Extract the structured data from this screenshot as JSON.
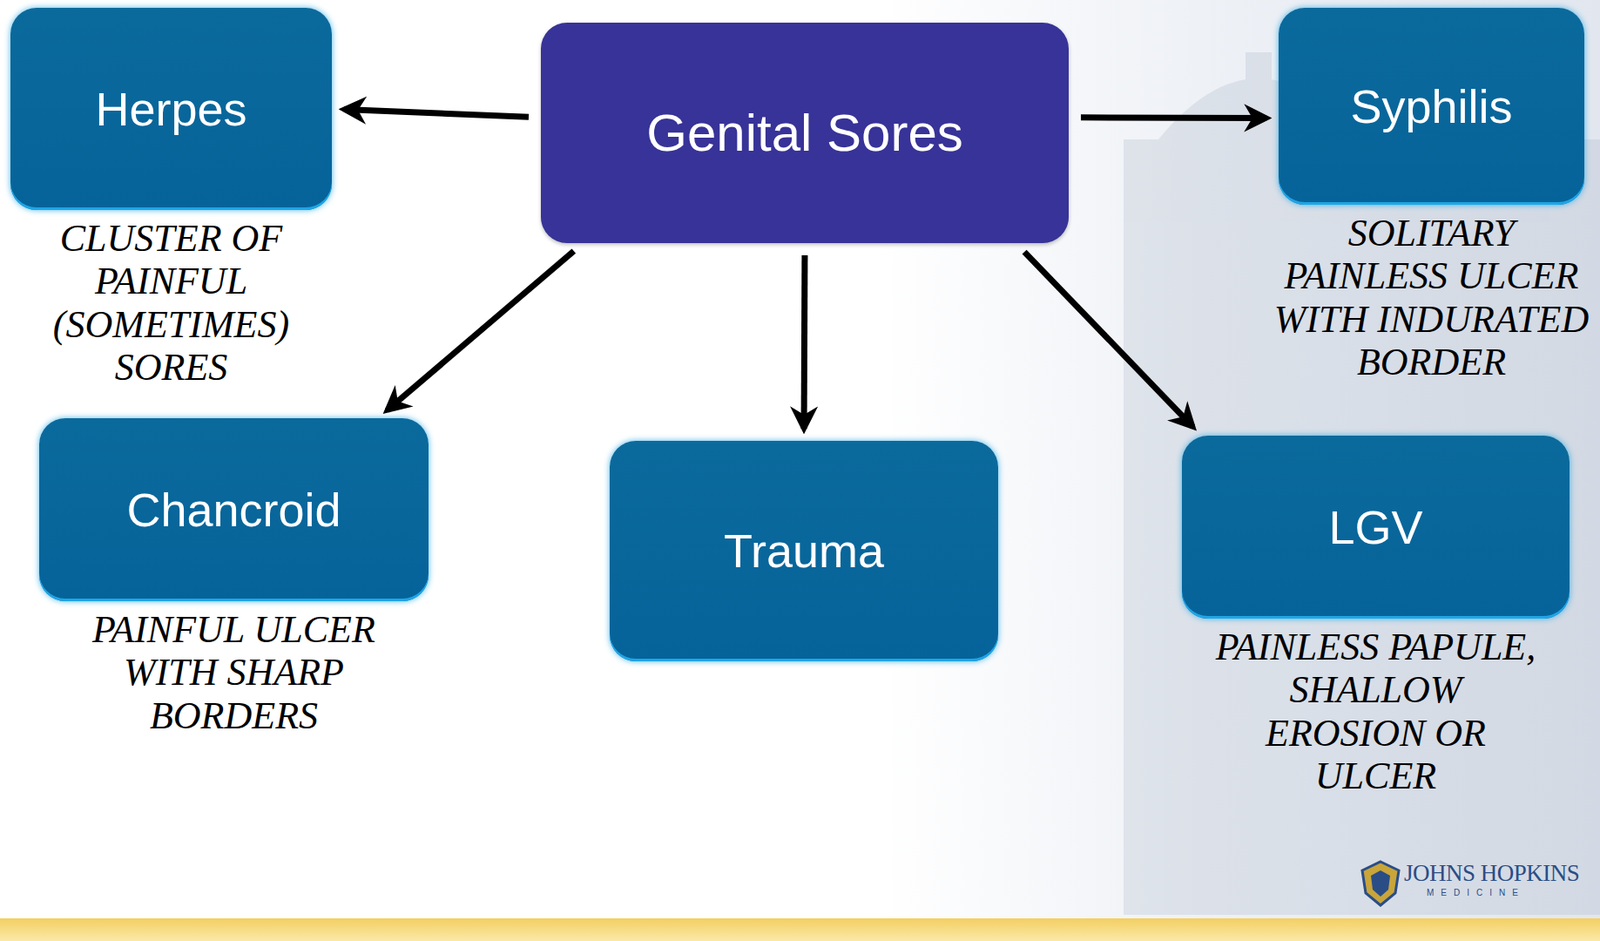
{
  "diagram": {
    "nodes": [
      {
        "text": [
          "Herpes",
          "CLUSTER OF PAINFUL (SOMETIMES) SORES"
        ]
      },
      {
        "text": [
          "Genital Sores"
        ]
      },
      {
        "text": [
          "Syphilis",
          "SOLITARY PAINLESS ULCER WITH INDURATED BORDER"
        ]
      },
      {
        "text": [
          "Chancroid",
          "PAINFUL ULCER WITH SHARP BORDERS"
        ]
      },
      {
        "text": [
          "Trauma"
        ]
      },
      {
        "text": [
          "LGV",
          "PAINLESS PAPULE, SHALLOW EROSION OR ULCER"
        ]
      }
    ],
    "edges": [
      {
        "from": 1,
        "to": 0,
        "arrow": "to"
      },
      {
        "from": 1,
        "to": 2,
        "arrow": "to"
      },
      {
        "from": 1,
        "to": 3,
        "arrow": "to"
      },
      {
        "from": 1,
        "to": 4,
        "arrow": "to"
      },
      {
        "from": 1,
        "to": 5,
        "arrow": "to"
      }
    ],
    "labels": [
      "JOHNS HOPKINS",
      "MEDICINE"
    ]
  }
}
